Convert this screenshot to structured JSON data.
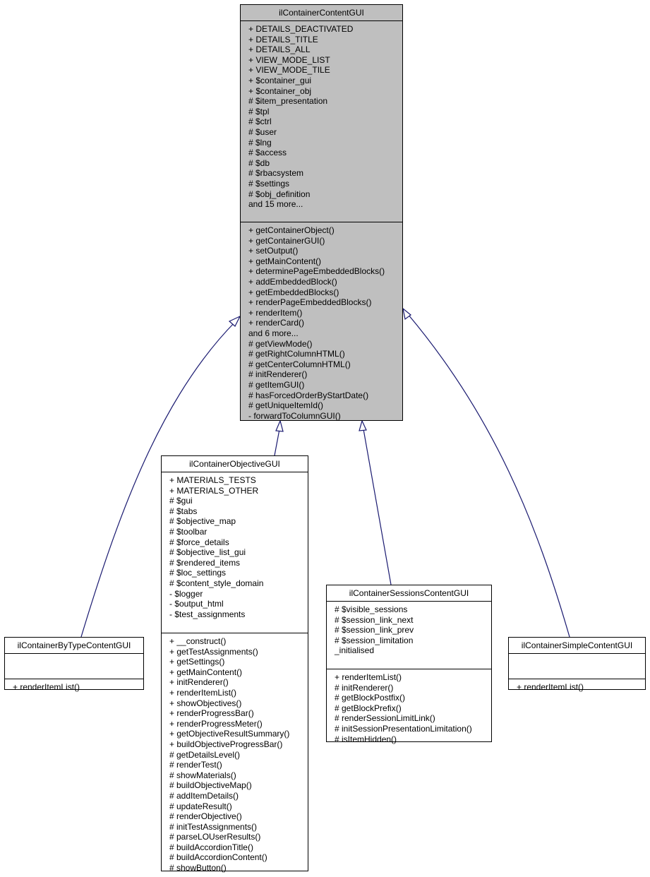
{
  "base": {
    "title": "ilContainerContentGUI",
    "attributes": [
      "+ DETAILS_DEACTIVATED",
      "+ DETAILS_TITLE",
      "+ DETAILS_ALL",
      "+ VIEW_MODE_LIST",
      "+ VIEW_MODE_TILE",
      "+ $container_gui",
      "+ $container_obj",
      "# $item_presentation",
      "# $tpl",
      "# $ctrl",
      "# $user",
      "# $lng",
      "# $access",
      "# $db",
      "# $rbacsystem",
      "# $settings",
      "# $obj_definition",
      "and 15 more..."
    ],
    "methods": [
      "+ getContainerObject()",
      "+ getContainerGUI()",
      "+ setOutput()",
      "+ getMainContent()",
      "+ determinePageEmbeddedBlocks()",
      "+ addEmbeddedBlock()",
      "+ getEmbeddedBlocks()",
      "+ renderPageEmbeddedBlocks()",
      "+ renderItem()",
      "+ renderCard()",
      "and 6 more...",
      "# getViewMode()",
      "# getRightColumnHTML()",
      "# getCenterColumnHTML()",
      "# initRenderer()",
      "# getItemGUI()",
      "# hasForcedOrderByStartDate()",
      "# getUniqueItemId()",
      "- forwardToColumnGUI()"
    ]
  },
  "objective": {
    "title": "ilContainerObjectiveGUI",
    "attributes": [
      "+ MATERIALS_TESTS",
      "+ MATERIALS_OTHER",
      "# $gui",
      "# $tabs",
      "# $objective_map",
      "# $toolbar",
      "# $force_details",
      "# $objective_list_gui",
      "# $rendered_items",
      "# $loc_settings",
      "# $content_style_domain",
      "- $logger",
      "- $output_html",
      "- $test_assignments"
    ],
    "methods": [
      "+ __construct()",
      "+ getTestAssignments()",
      "+ getSettings()",
      "+ getMainContent()",
      "+ initRenderer()",
      "+ renderItemList()",
      "+ showObjectives()",
      "+ renderProgressBar()",
      "+ renderProgressMeter()",
      "+ getObjectiveResultSummary()",
      "+ buildObjectiveProgressBar()",
      "# getDetailsLevel()",
      "# renderTest()",
      "# showMaterials()",
      "# buildObjectiveMap()",
      "# addItemDetails()",
      "# updateResult()",
      "# renderObjective()",
      "# initTestAssignments()",
      "# parseLOUserResults()",
      "# buildAccordionTitle()",
      "# buildAccordionContent()",
      "# showButton()"
    ]
  },
  "sessions": {
    "title": "ilContainerSessionsContentGUI",
    "attributes": [
      "# $visible_sessions",
      "# $session_link_next",
      "# $session_link_prev",
      "# $session_limitation",
      "_initialised"
    ],
    "methods": [
      "+ renderItemList()",
      "# initRenderer()",
      "# getBlockPostfix()",
      "# getBlockPrefix()",
      "# renderSessionLimitLink()",
      "# initSessionPresentationLimitation()",
      "# isItemHidden()"
    ]
  },
  "bytype": {
    "title": "ilContainerByTypeContentGUI",
    "attributes": [],
    "methods": [
      "+ renderItemList()"
    ]
  },
  "simple": {
    "title": "ilContainerSimpleContentGUI",
    "attributes": [],
    "methods": [
      "+ renderItemList()"
    ]
  },
  "colors": {
    "base_fill": "#bfbfbf",
    "edge": "#191970"
  }
}
